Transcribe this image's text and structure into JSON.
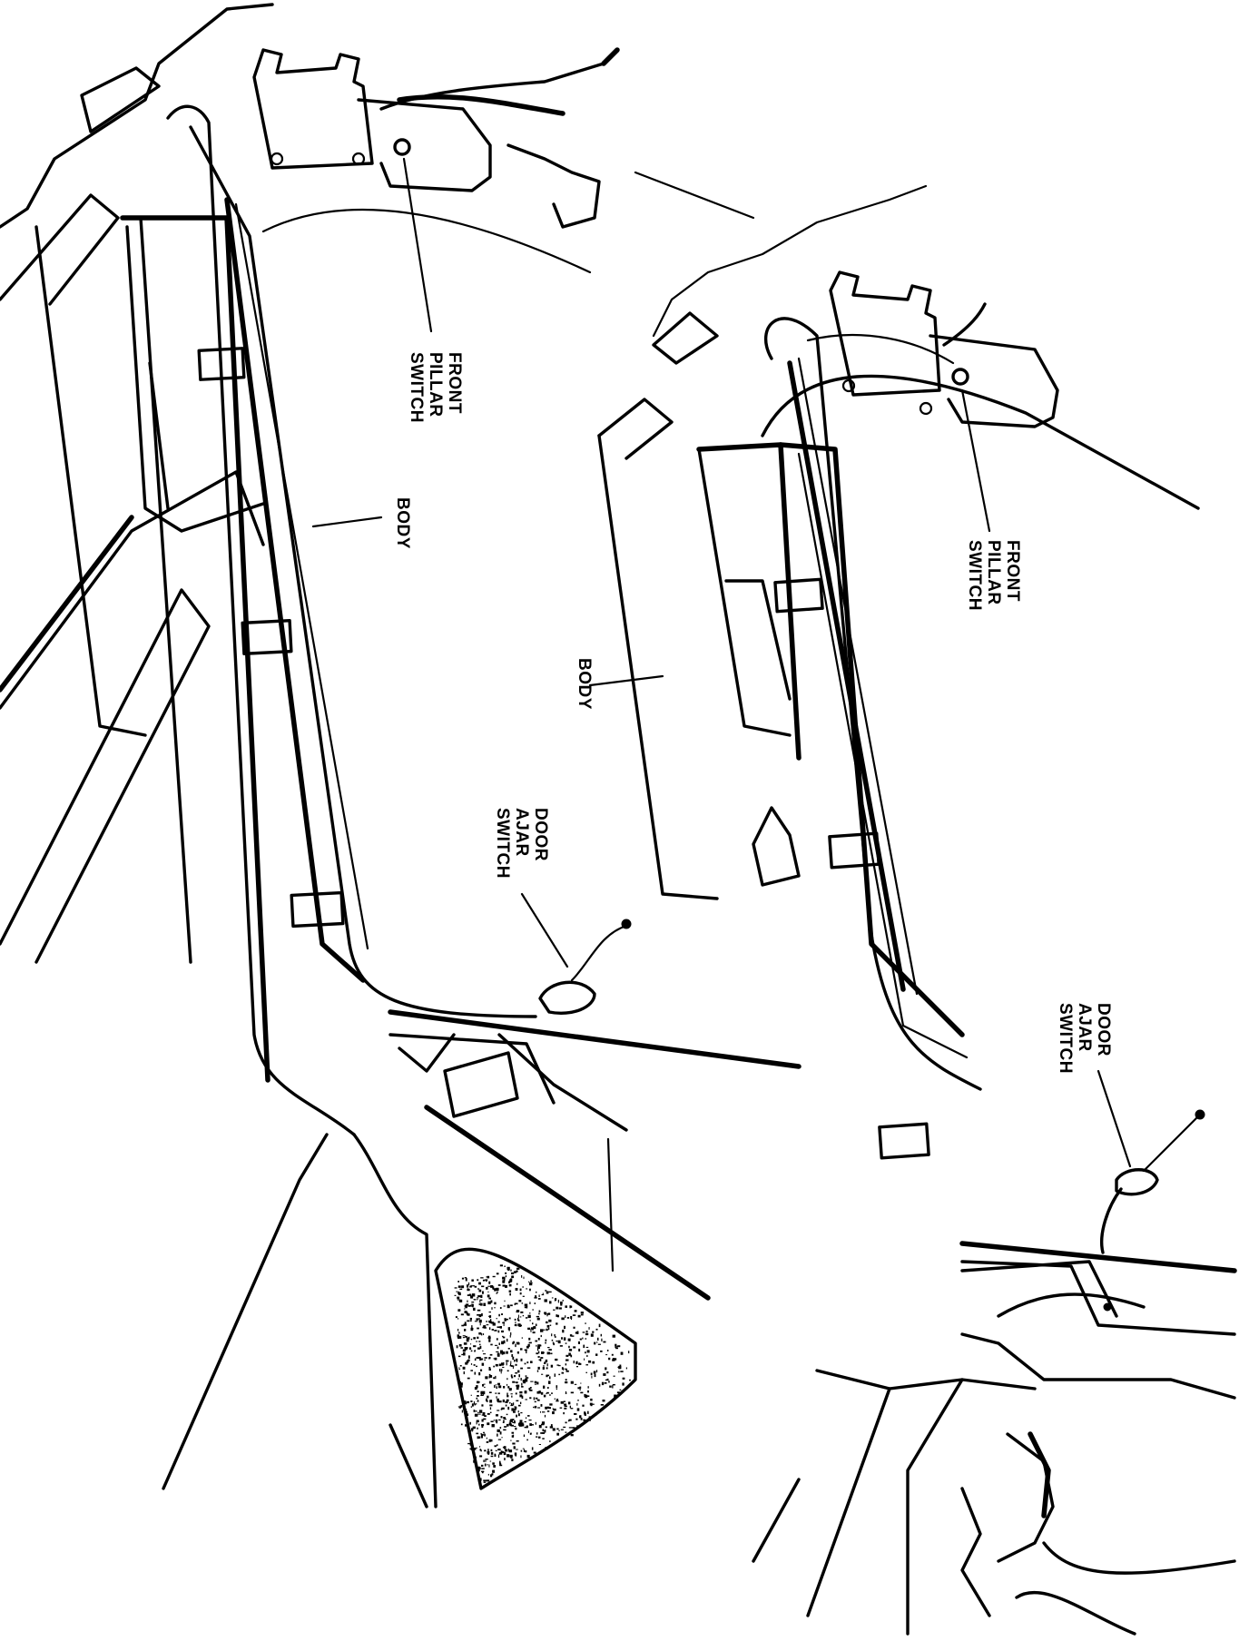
{
  "labels": {
    "front_pillar_switch_left": [
      "FRONT",
      "PILLAR",
      "SWITCH"
    ],
    "body_left": "BODY",
    "door_ajar_switch_left": [
      "DOOR",
      "AJAR",
      "SWITCH"
    ],
    "front_pillar_switch_right": [
      "FRONT",
      "PILLAR",
      "SWITCH"
    ],
    "body_right": "BODY",
    "door_ajar_switch_right": [
      "DOOR",
      "AJAR",
      "SWITCH"
    ]
  },
  "colors": {
    "ink": "#000000",
    "paper": "#ffffff"
  }
}
